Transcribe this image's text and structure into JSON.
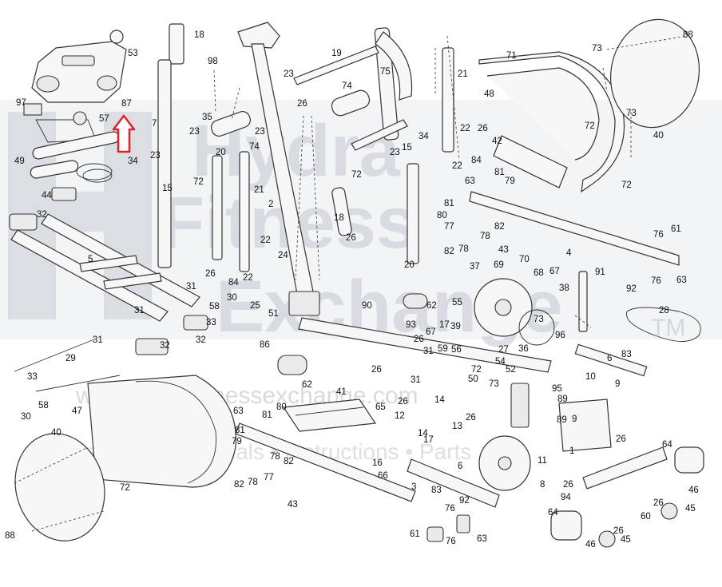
{
  "watermark": {
    "brand_line1": "Hydra",
    "brand_line2": "Fitness",
    "brand_line3": "Exchange",
    "tm": "TM",
    "url": "www.hydrafitnessexchange.com",
    "tagline": "Diagrams • Manuals • Instructions • Parts"
  },
  "highlight": {
    "arrow_color": "#e0202b",
    "target_part": "87"
  },
  "parts": [
    {
      "id": "p53",
      "label": "53"
    },
    {
      "id": "p87",
      "label": "87"
    },
    {
      "id": "p97",
      "label": "97"
    },
    {
      "id": "p57",
      "label": "57"
    },
    {
      "id": "p49",
      "label": "49"
    },
    {
      "id": "p34a",
      "label": "34"
    },
    {
      "id": "p44",
      "label": "44"
    },
    {
      "id": "p32a",
      "label": "32"
    },
    {
      "id": "p5",
      "label": "5"
    },
    {
      "id": "p18a",
      "label": "18"
    },
    {
      "id": "p98",
      "label": "98"
    },
    {
      "id": "p7",
      "label": "7"
    },
    {
      "id": "p35",
      "label": "35"
    },
    {
      "id": "p23a",
      "label": "23"
    },
    {
      "id": "p74a",
      "label": "74"
    },
    {
      "id": "p23b",
      "label": "23"
    },
    {
      "id": "p15a",
      "label": "15"
    },
    {
      "id": "p20a",
      "label": "20"
    },
    {
      "id": "p72a",
      "label": "72"
    },
    {
      "id": "p21a",
      "label": "21"
    },
    {
      "id": "p2",
      "label": "2"
    },
    {
      "id": "p22a",
      "label": "22"
    },
    {
      "id": "p24",
      "label": "24"
    },
    {
      "id": "p26a",
      "label": "26"
    },
    {
      "id": "p84a",
      "label": "84"
    },
    {
      "id": "p22b",
      "label": "22"
    },
    {
      "id": "p31a",
      "label": "31"
    },
    {
      "id": "p30a",
      "label": "30"
    },
    {
      "id": "p58a",
      "label": "58"
    },
    {
      "id": "p33a",
      "label": "33"
    },
    {
      "id": "p32b",
      "label": "32"
    },
    {
      "id": "p31b",
      "label": "31"
    },
    {
      "id": "p31c",
      "label": "31"
    },
    {
      "id": "p32c",
      "label": "32"
    },
    {
      "id": "p25",
      "label": "25"
    },
    {
      "id": "p51",
      "label": "51"
    },
    {
      "id": "p19",
      "label": "19"
    },
    {
      "id": "p23c",
      "label": "23"
    },
    {
      "id": "p26b",
      "label": "26"
    },
    {
      "id": "p74b",
      "label": "74"
    },
    {
      "id": "p23d",
      "label": "23"
    },
    {
      "id": "p72b",
      "label": "72"
    },
    {
      "id": "p18b",
      "label": "18"
    },
    {
      "id": "p26c",
      "label": "26"
    },
    {
      "id": "p75",
      "label": "75"
    },
    {
      "id": "p34b",
      "label": "34"
    },
    {
      "id": "p23e",
      "label": "23"
    },
    {
      "id": "p15b",
      "label": "15"
    },
    {
      "id": "p20b",
      "label": "20"
    },
    {
      "id": "p21b",
      "label": "21"
    },
    {
      "id": "p22c",
      "label": "22"
    },
    {
      "id": "p26d",
      "label": "26"
    },
    {
      "id": "p22d",
      "label": "22"
    },
    {
      "id": "p84b",
      "label": "84"
    },
    {
      "id": "p71",
      "label": "71"
    },
    {
      "id": "p48",
      "label": "48"
    },
    {
      "id": "p72c",
      "label": "72"
    },
    {
      "id": "p73a",
      "label": "73"
    },
    {
      "id": "p73b",
      "label": "73"
    },
    {
      "id": "p88a",
      "label": "88"
    },
    {
      "id": "p40a",
      "label": "40"
    },
    {
      "id": "p72d",
      "label": "72"
    },
    {
      "id": "p42",
      "label": "42"
    },
    {
      "id": "p81a",
      "label": "81"
    },
    {
      "id": "p79a",
      "label": "79"
    },
    {
      "id": "p63a",
      "label": "63"
    },
    {
      "id": "p81b",
      "label": "81"
    },
    {
      "id": "p80a",
      "label": "80"
    },
    {
      "id": "p77a",
      "label": "77"
    },
    {
      "id": "p78a",
      "label": "78"
    },
    {
      "id": "p82a",
      "label": "82"
    },
    {
      "id": "p82b",
      "label": "82"
    },
    {
      "id": "p78b",
      "label": "78"
    },
    {
      "id": "p43a",
      "label": "43"
    },
    {
      "id": "p4",
      "label": "4"
    },
    {
      "id": "p76a",
      "label": "76"
    },
    {
      "id": "p61a",
      "label": "61"
    },
    {
      "id": "p76b",
      "label": "76"
    },
    {
      "id": "p63b",
      "label": "63"
    },
    {
      "id": "p92a",
      "label": "92"
    },
    {
      "id": "p28",
      "label": "28"
    },
    {
      "id": "p37",
      "label": "37"
    },
    {
      "id": "p69",
      "label": "69"
    },
    {
      "id": "p70",
      "label": "70"
    },
    {
      "id": "p68",
      "label": "68"
    },
    {
      "id": "p67a",
      "label": "67"
    },
    {
      "id": "p38",
      "label": "38"
    },
    {
      "id": "p91",
      "label": "91"
    },
    {
      "id": "p62a",
      "label": "62"
    },
    {
      "id": "p55",
      "label": "55"
    },
    {
      "id": "p73c",
      "label": "73"
    },
    {
      "id": "p96",
      "label": "96"
    },
    {
      "id": "p90",
      "label": "90"
    },
    {
      "id": "p93",
      "label": "93"
    },
    {
      "id": "p26e",
      "label": "26"
    },
    {
      "id": "p17a",
      "label": "17"
    },
    {
      "id": "p39",
      "label": "39"
    },
    {
      "id": "p67b",
      "label": "67"
    },
    {
      "id": "p59",
      "label": "59"
    },
    {
      "id": "p31d",
      "label": "31"
    },
    {
      "id": "p56",
      "label": "56"
    },
    {
      "id": "p27",
      "label": "27"
    },
    {
      "id": "p36",
      "label": "36"
    },
    {
      "id": "p86",
      "label": "86"
    },
    {
      "id": "p26f",
      "label": "26"
    },
    {
      "id": "p62b",
      "label": "62"
    },
    {
      "id": "p72e",
      "label": "72"
    },
    {
      "id": "p54",
      "label": "54"
    },
    {
      "id": "p50",
      "label": "50"
    },
    {
      "id": "p52",
      "label": "52"
    },
    {
      "id": "p73d",
      "label": "73"
    },
    {
      "id": "p6a",
      "label": "6"
    },
    {
      "id": "p83a",
      "label": "83"
    },
    {
      "id": "p10",
      "label": "10"
    },
    {
      "id": "p9a",
      "label": "9"
    },
    {
      "id": "p95",
      "label": "95"
    },
    {
      "id": "p89a",
      "label": "89"
    },
    {
      "id": "p89b",
      "label": "89"
    },
    {
      "id": "p9b",
      "label": "9"
    },
    {
      "id": "p31e",
      "label": "31"
    },
    {
      "id": "p41",
      "label": "41"
    },
    {
      "id": "p26g",
      "label": "26"
    },
    {
      "id": "p14a",
      "label": "14"
    },
    {
      "id": "p14b",
      "label": "14"
    },
    {
      "id": "p65",
      "label": "65"
    },
    {
      "id": "p12",
      "label": "12"
    },
    {
      "id": "p13",
      "label": "13"
    },
    {
      "id": "p26h",
      "label": "26"
    },
    {
      "id": "p17b",
      "label": "17"
    },
    {
      "id": "p16",
      "label": "16"
    },
    {
      "id": "p66",
      "label": "66"
    },
    {
      "id": "p11",
      "label": "11"
    },
    {
      "id": "p1",
      "label": "1"
    },
    {
      "id": "p26i",
      "label": "26"
    },
    {
      "id": "p64a",
      "label": "64"
    },
    {
      "id": "p46a",
      "label": "46"
    },
    {
      "id": "p26j",
      "label": "26"
    },
    {
      "id": "p45a",
      "label": "45"
    },
    {
      "id": "p8",
      "label": "8"
    },
    {
      "id": "p26k",
      "label": "26"
    },
    {
      "id": "p29",
      "label": "29"
    },
    {
      "id": "p33b",
      "label": "33"
    },
    {
      "id": "p58b",
      "label": "58"
    },
    {
      "id": "p30b",
      "label": "30"
    },
    {
      "id": "p47",
      "label": "47"
    },
    {
      "id": "p63c",
      "label": "63"
    },
    {
      "id": "p81c",
      "label": "81"
    },
    {
      "id": "p80b",
      "label": "80"
    },
    {
      "id": "p79b",
      "label": "79"
    },
    {
      "id": "p81d",
      "label": "81"
    },
    {
      "id": "p78c",
      "label": "78"
    },
    {
      "id": "p82c",
      "label": "82"
    },
    {
      "id": "p82d",
      "label": "82"
    },
    {
      "id": "p78d",
      "label": "78"
    },
    {
      "id": "p77b",
      "label": "77"
    },
    {
      "id": "p72f",
      "label": "72"
    },
    {
      "id": "p40b",
      "label": "40"
    },
    {
      "id": "p88b",
      "label": "88"
    },
    {
      "id": "p43b",
      "label": "43"
    },
    {
      "id": "p3",
      "label": "3"
    },
    {
      "id": "p6b",
      "label": "6"
    },
    {
      "id": "p83b",
      "label": "83"
    },
    {
      "id": "p92b",
      "label": "92"
    },
    {
      "id": "p76c",
      "label": "76"
    },
    {
      "id": "p61b",
      "label": "61"
    },
    {
      "id": "p76d",
      "label": "76"
    },
    {
      "id": "p63d",
      "label": "63"
    },
    {
      "id": "p64b",
      "label": "64"
    },
    {
      "id": "p94",
      "label": "94"
    },
    {
      "id": "p26l",
      "label": "26"
    },
    {
      "id": "p60",
      "label": "60"
    },
    {
      "id": "p46b",
      "label": "46"
    },
    {
      "id": "p45b",
      "label": "45"
    }
  ]
}
